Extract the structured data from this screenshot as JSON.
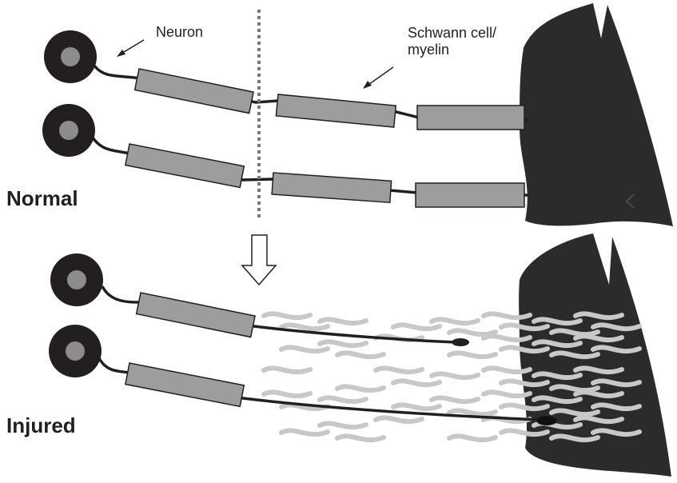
{
  "labels": {
    "neuron": "Neuron",
    "schwann_line1": "Schwann cell/",
    "schwann_line2": "myelin",
    "normal": "Normal",
    "injured": "Injured"
  },
  "colors": {
    "ink": "#231f20",
    "myelin": "#9d9d9d",
    "nucleus": "#8c8c8c",
    "debris": "#c8c8c8",
    "muscle": "#2b2b2b",
    "divider": "#7a7a7a"
  }
}
